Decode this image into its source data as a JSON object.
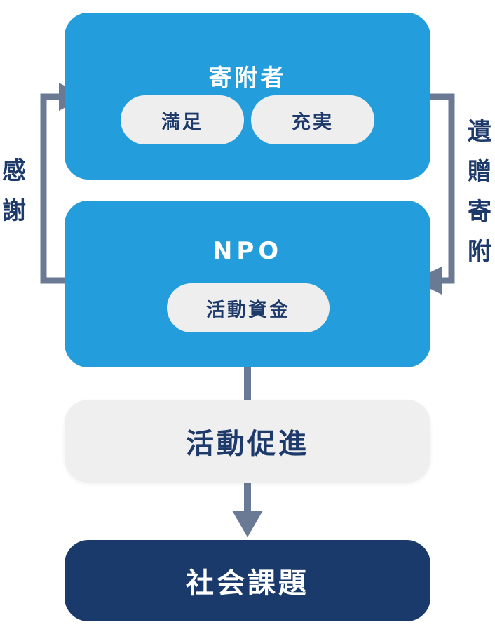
{
  "donor": {
    "title": "寄附者",
    "pills": [
      "満足",
      "充実"
    ]
  },
  "npo": {
    "title": "NPO",
    "pill": "活動資金"
  },
  "activity": {
    "label": "活動促進"
  },
  "social": {
    "label": "社会課題"
  },
  "left_label": [
    "感",
    "謝"
  ],
  "right_label": [
    "遺",
    "贈",
    "寄",
    "附"
  ],
  "colors": {
    "blue": "#239ddb",
    "navy": "#1a3a6c",
    "grey_box": "#efefef",
    "pill": "#eeeeee",
    "arrow": "#6b7a94",
    "text_dark": "#1e3a6b"
  }
}
